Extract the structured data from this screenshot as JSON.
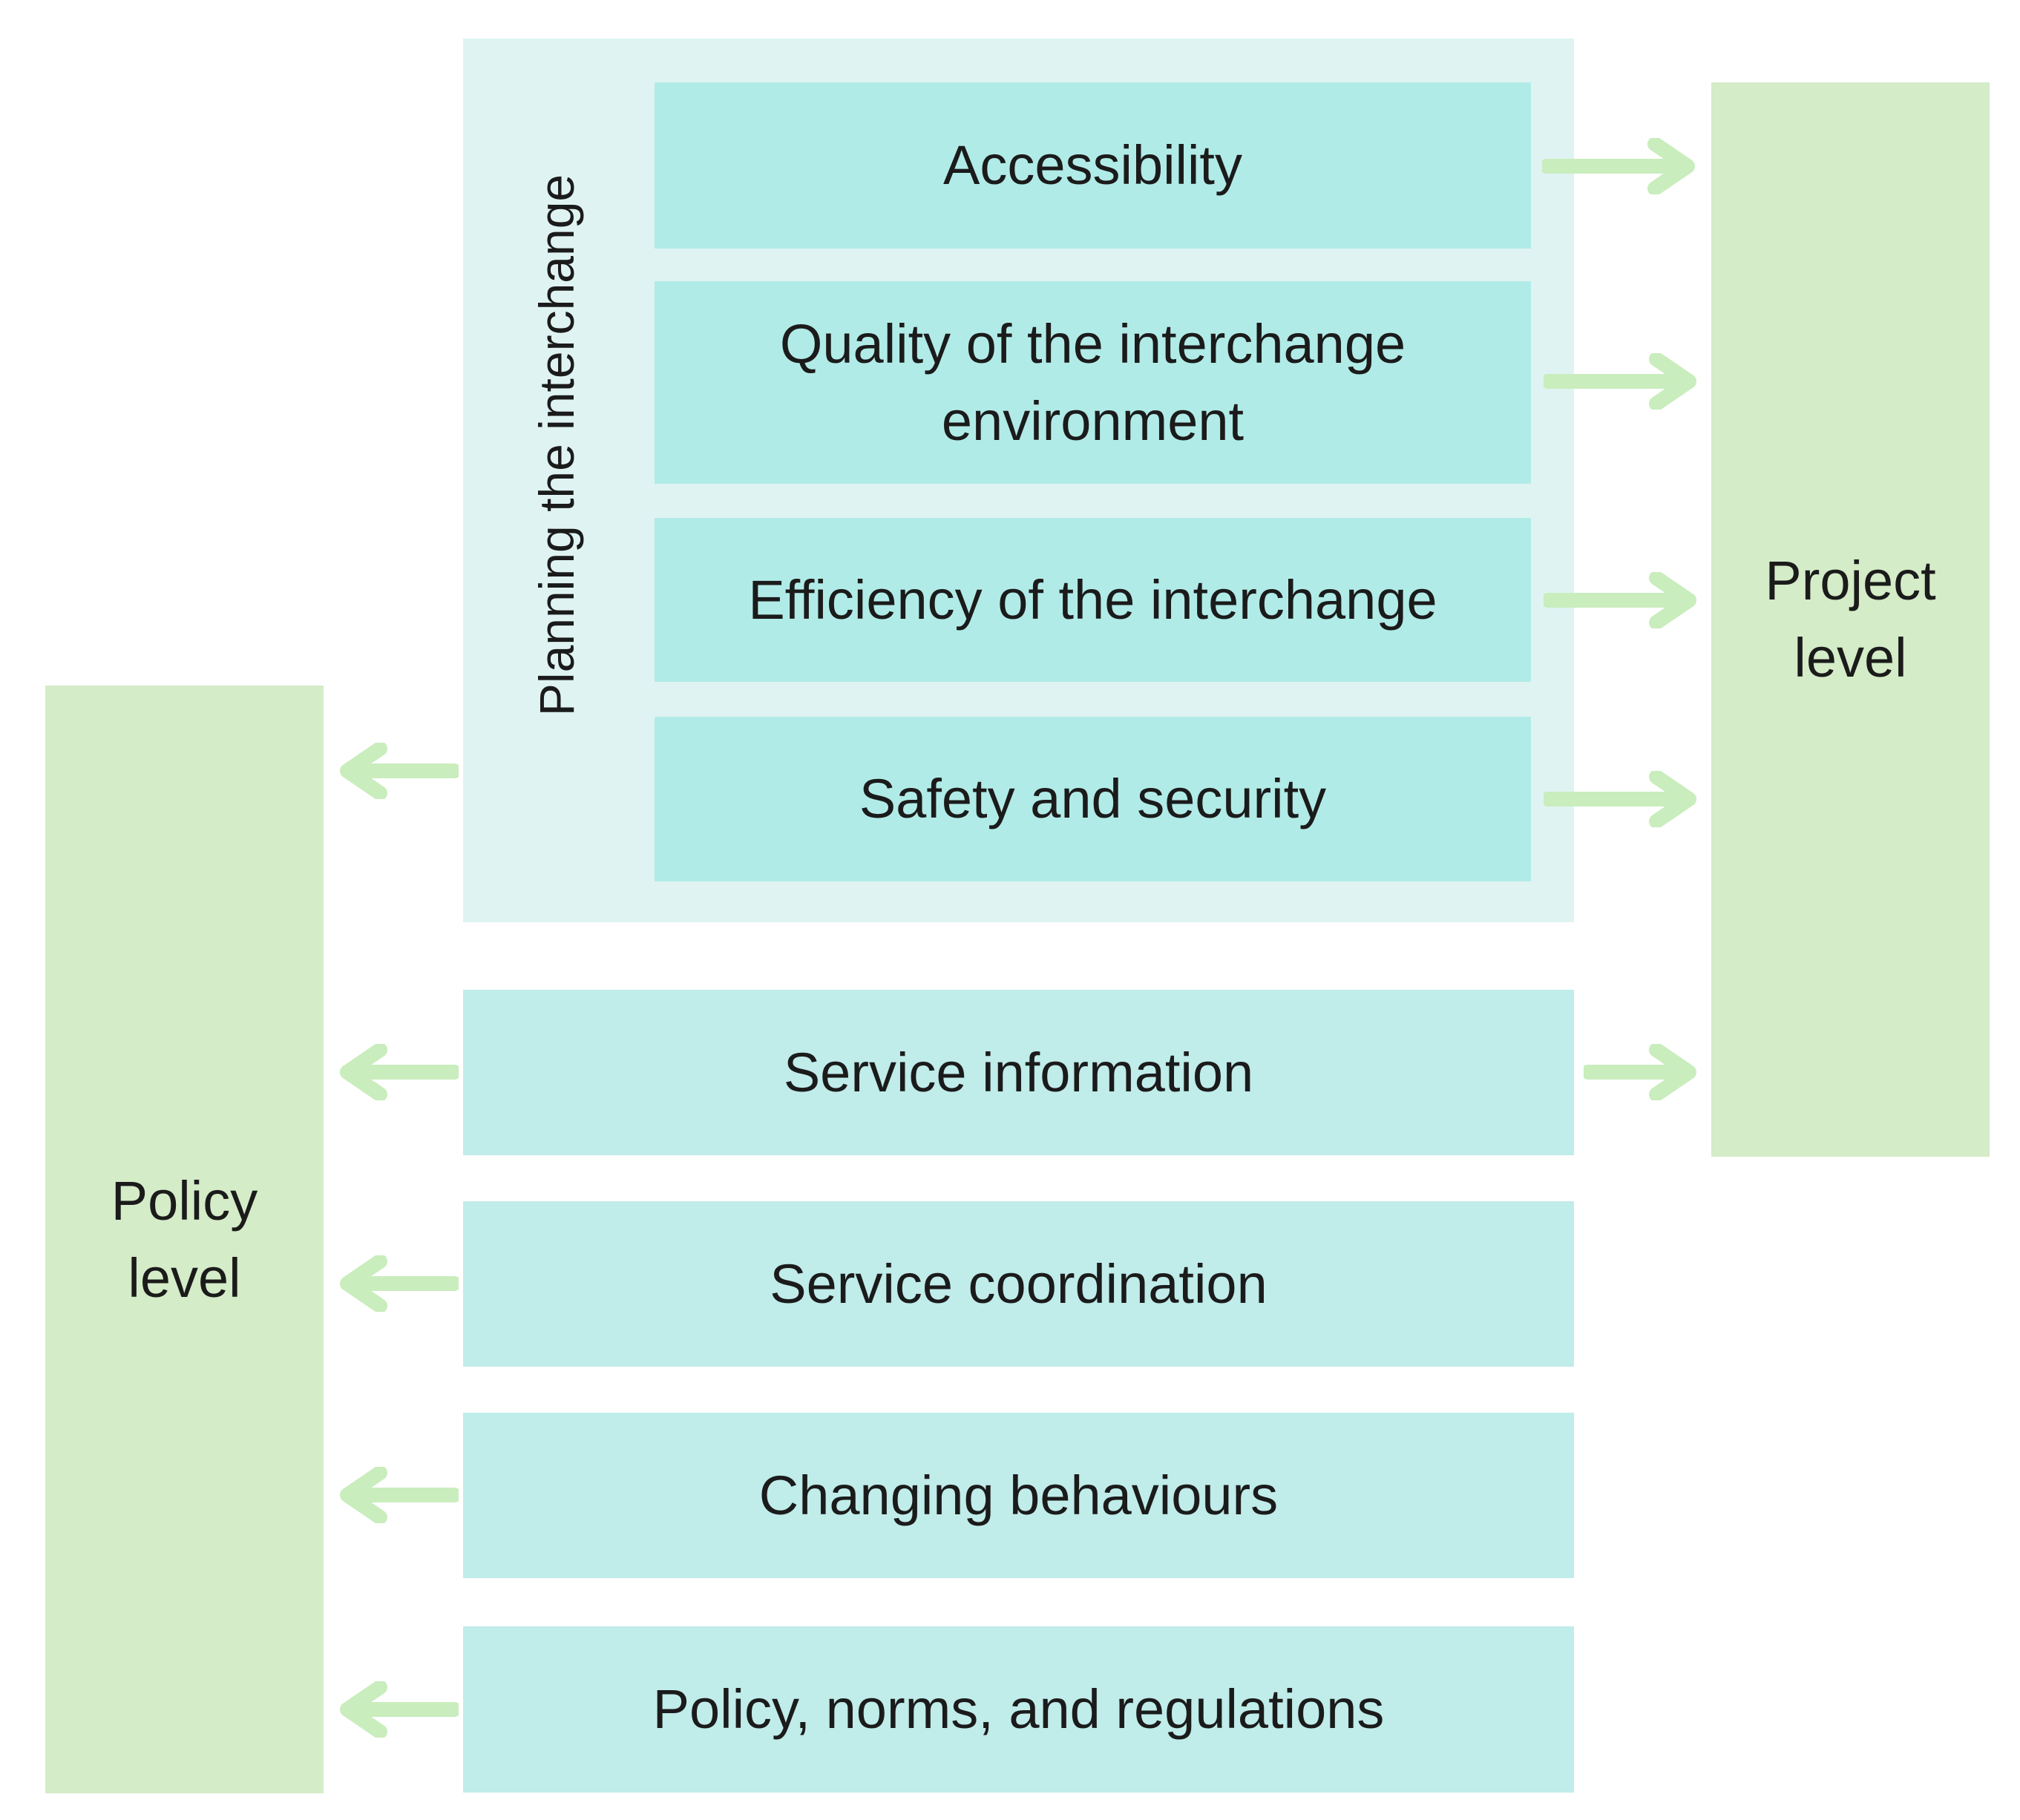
{
  "planning": {
    "label": "Planning the interchange",
    "items": [
      {
        "label": "Accessibility"
      },
      {
        "label": "Quality of the interchange environment"
      },
      {
        "label": "Efficiency of the interchange"
      },
      {
        "label": "Safety and security"
      }
    ]
  },
  "other_items": [
    {
      "label": "Service information"
    },
    {
      "label": "Service coordination"
    },
    {
      "label": "Changing behaviours"
    },
    {
      "label": "Policy, norms, and regulations"
    }
  ],
  "levels": {
    "project": "Project level",
    "policy": "Policy level"
  },
  "colors": {
    "planning_background": "#dff4f2",
    "planning_item": "#b1ebe7",
    "other_item": "#c0ecea",
    "level_box": "#d4ecc7",
    "arrow": "#c9edbd"
  }
}
